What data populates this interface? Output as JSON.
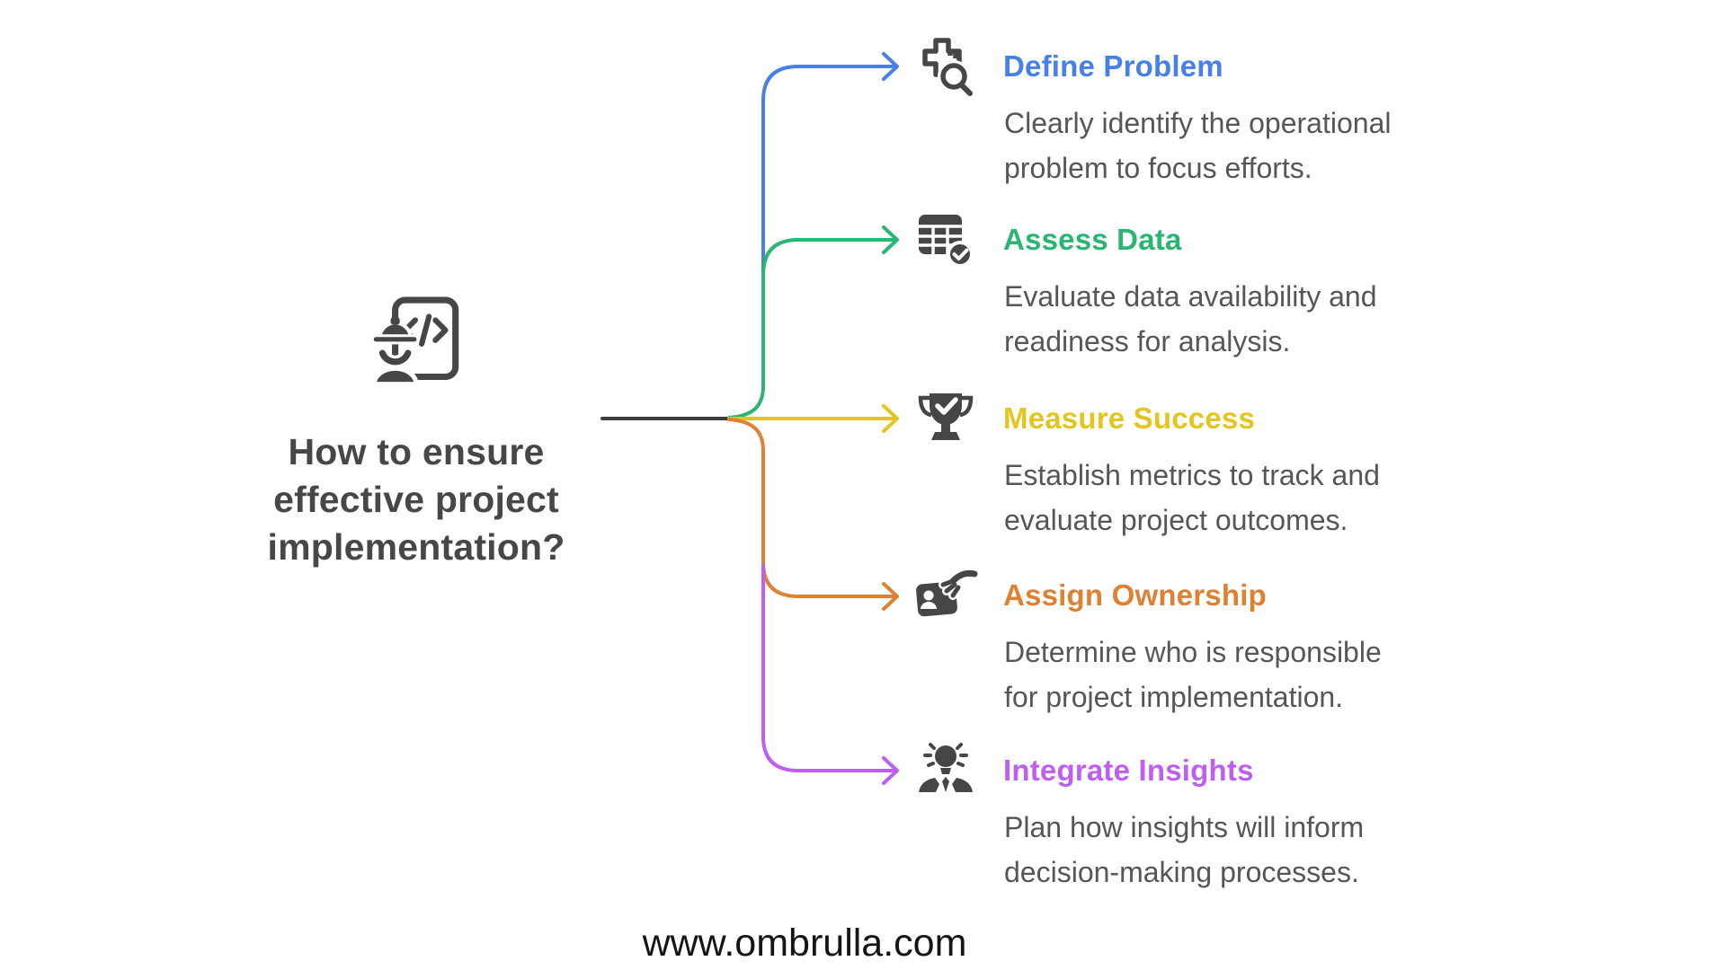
{
  "icon_color": "#464646",
  "description_color": "#565656",
  "connector": {
    "stem_color": "#3D3D3D"
  },
  "center": {
    "icon": "engineer-code-document-icon",
    "question_lines": [
      "How to ensure",
      "effective project",
      "implementation?"
    ],
    "text_color": "#474747"
  },
  "branches": [
    {
      "icon": "search-problem-icon",
      "title": "Define Problem",
      "color": "#4680E8",
      "desc_line1": "Clearly identify the operational",
      "desc_line2": "problem to focus efforts."
    },
    {
      "icon": "data-table-check-icon",
      "title": "Assess Data",
      "color": "#2AB572",
      "desc_line1": "Evaluate data availability and",
      "desc_line2": "readiness for analysis."
    },
    {
      "icon": "trophy-check-icon",
      "title": "Measure Success",
      "color": "#E3C51F",
      "desc_line1": "Establish metrics to track and",
      "desc_line2": "evaluate project outcomes."
    },
    {
      "icon": "id-badge-hand-icon",
      "title": "Assign Ownership",
      "color": "#DE8133",
      "desc_line1": "Determine who is responsible",
      "desc_line2": "for project implementation."
    },
    {
      "icon": "idea-person-icon",
      "title": "Integrate Insights",
      "color": "#BE5FF2",
      "desc_line1": "Plan how insights will inform",
      "desc_line2": "decision-making processes."
    }
  ],
  "footer": {
    "url_text": "www.ombrulla.com"
  }
}
